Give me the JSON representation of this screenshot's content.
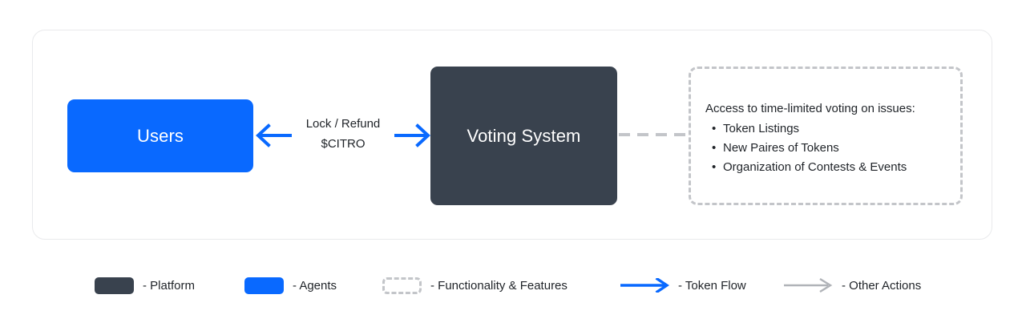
{
  "diagram": {
    "nodes": {
      "users": {
        "label": "Users",
        "color": "#0969ff",
        "kind": "agents"
      },
      "voting_system": {
        "label": "Voting System",
        "color": "#39424e",
        "kind": "platform"
      }
    },
    "flow": {
      "label_line1": "Lock / Refund",
      "label_line2": "$CITRO",
      "arrow_color": "#0969ff",
      "left_arrow_icon": "arrow-left-icon",
      "right_arrow_icon": "arrow-right-icon"
    },
    "connector": {
      "style": "dashed",
      "color": "#c3c5c9"
    },
    "features": {
      "title": "Access to time-limited voting on issues:",
      "items": [
        "Token Listings",
        "New Paires of Tokens",
        "Organization of Contests & Events"
      ],
      "border_color": "#c3c5c9"
    }
  },
  "legend": {
    "items": [
      {
        "swatch": "solid-dark",
        "color": "#39424e",
        "label": "- Platform"
      },
      {
        "swatch": "solid-blue",
        "color": "#0969ff",
        "label": "- Agents"
      },
      {
        "swatch": "dashed-box",
        "color": "#c3c5c9",
        "label": "- Functionality & Features"
      },
      {
        "swatch": "blue-arrow",
        "color": "#0969ff",
        "label": "- Token Flow"
      },
      {
        "swatch": "gray-arrow",
        "color": "#b0b3b8",
        "label": "- Other Actions"
      }
    ]
  }
}
